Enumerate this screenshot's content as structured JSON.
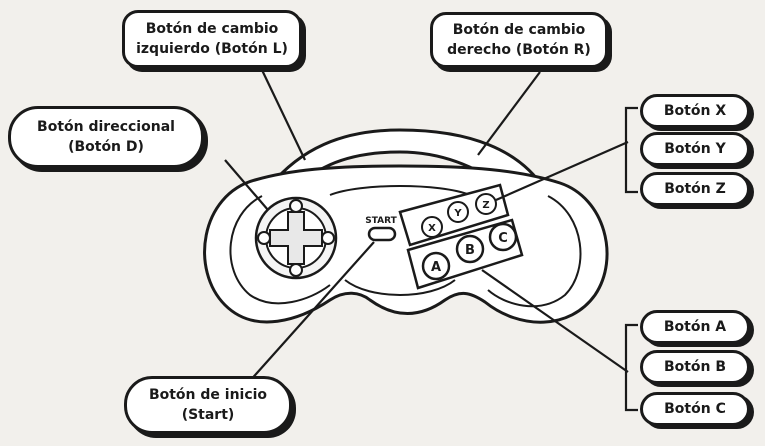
{
  "labels": {
    "shift_left": {
      "line1": "Botón de cambio",
      "line2": "izquierdo (Botón L)"
    },
    "shift_right": {
      "line1": "Botón de cambio",
      "line2": "derecho (Botón R)"
    },
    "dpad": {
      "line1": "Botón direccional",
      "line2": "(Botón D)"
    },
    "start": {
      "line1": "Botón de inicio",
      "line2": "(Start)"
    },
    "btn_x": "Botón X",
    "btn_y": "Botón Y",
    "btn_z": "Botón Z",
    "btn_a": "Botón A",
    "btn_b": "Botón B",
    "btn_c": "Botón C"
  },
  "controller": {
    "start_label": "START",
    "face_top": [
      "X",
      "Y",
      "Z"
    ],
    "face_bottom": [
      "A",
      "B",
      "C"
    ]
  }
}
